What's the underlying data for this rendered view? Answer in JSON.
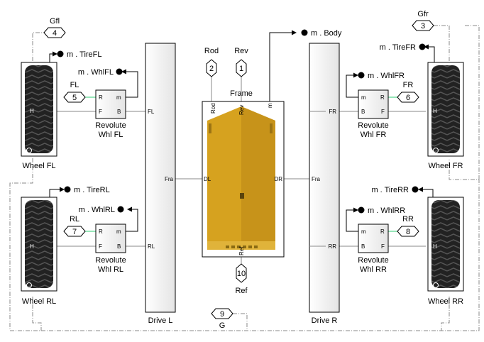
{
  "blocks": {
    "wheel_fl": "Wheel FL",
    "wheel_fr": "Wheel FR",
    "wheel_rl": "Wheel RL",
    "wheel_rr": "Wheel RR",
    "rev_fl": [
      "Revolute",
      "Whl FL"
    ],
    "rev_fr": [
      "Revolute",
      "Whl FR"
    ],
    "rev_rl": [
      "Revolute",
      "Whl RL"
    ],
    "rev_rr": [
      "Revolute",
      "Whl RR"
    ],
    "drive_l": "Drive L",
    "drive_r": "Drive R",
    "frame": "Frame"
  },
  "signals": {
    "tire_fl": "m . TireFL",
    "whl_fl": "m . WhlFL",
    "tire_fr": "m . TireFR",
    "whl_fr": "m . WhlFR",
    "tire_rl": "m . TireRL",
    "whl_rl": "m . WhlRL",
    "tire_rr": "m . TireRR",
    "whl_rr": "m . WhlRR",
    "body": "m . Body"
  },
  "ports_io": [
    {
      "id": "gfl",
      "name": "Gfl",
      "num": "4"
    },
    {
      "id": "gfr",
      "name": "Gfr",
      "num": "3"
    },
    {
      "id": "fl",
      "name": "FL",
      "num": "5"
    },
    {
      "id": "fr",
      "name": "FR",
      "num": "6"
    },
    {
      "id": "rl",
      "name": "RL",
      "num": "7"
    },
    {
      "id": "rr",
      "name": "RR",
      "num": "8"
    },
    {
      "id": "rod",
      "name": "Rod",
      "num": "2"
    },
    {
      "id": "rev",
      "name": "Rev",
      "num": "1"
    },
    {
      "id": "ref",
      "name": "Ref",
      "num": "10"
    },
    {
      "id": "g",
      "name": "G",
      "num": "9"
    }
  ],
  "port_labels": {
    "R": "R",
    "F": "F",
    "B": "B",
    "m": "m",
    "H": "H",
    "FL": "FL",
    "RL": "RL",
    "FR": "FR",
    "RR": "RR",
    "Fra": "Fra",
    "DL": "DL",
    "DR": "DR",
    "Rod": "Rod",
    "Rev": "Rev",
    "Ref": "Ref"
  },
  "colors": {
    "line": "#7f7f7f",
    "dashdot": "#8a8a8a",
    "frame_body": "#d6a21f",
    "frame_dark": "#b3861a",
    "tire": "#1d1d1d",
    "green": "#2ecc71"
  }
}
